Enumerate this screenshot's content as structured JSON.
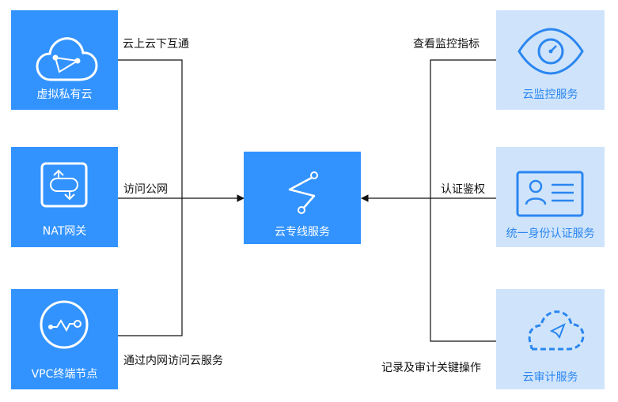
{
  "nodes": {
    "vpc_cloud": "虚拟私有云",
    "nat": "NAT网关",
    "vpc_endpoint": "VPC终端节点",
    "center": "云专线服务",
    "monitor": "云监控服务",
    "iam": "统一身份认证服务",
    "audit": "云审计服务"
  },
  "edges": {
    "cloud_interconnect": "云上云下互通",
    "internet_access": "访问公网",
    "intranet_access": "通过内网访问云服务",
    "view_metrics": "查看监控指标",
    "authentication": "认证鉴权",
    "audit_log": "记录及审计关键操作"
  },
  "colors": {
    "primary_box": "#3293ff",
    "secondary_box": "#cfe4fb",
    "secondary_text": "#2b86f0",
    "line": "#111111"
  },
  "icons": {
    "vpc_cloud": "cloud-route-icon",
    "nat": "nat-gateway-icon",
    "vpc_endpoint": "endpoint-node-icon",
    "center": "direct-connect-icon",
    "monitor": "eye-gauge-icon",
    "iam": "id-card-icon",
    "audit": "cloud-trace-icon"
  }
}
